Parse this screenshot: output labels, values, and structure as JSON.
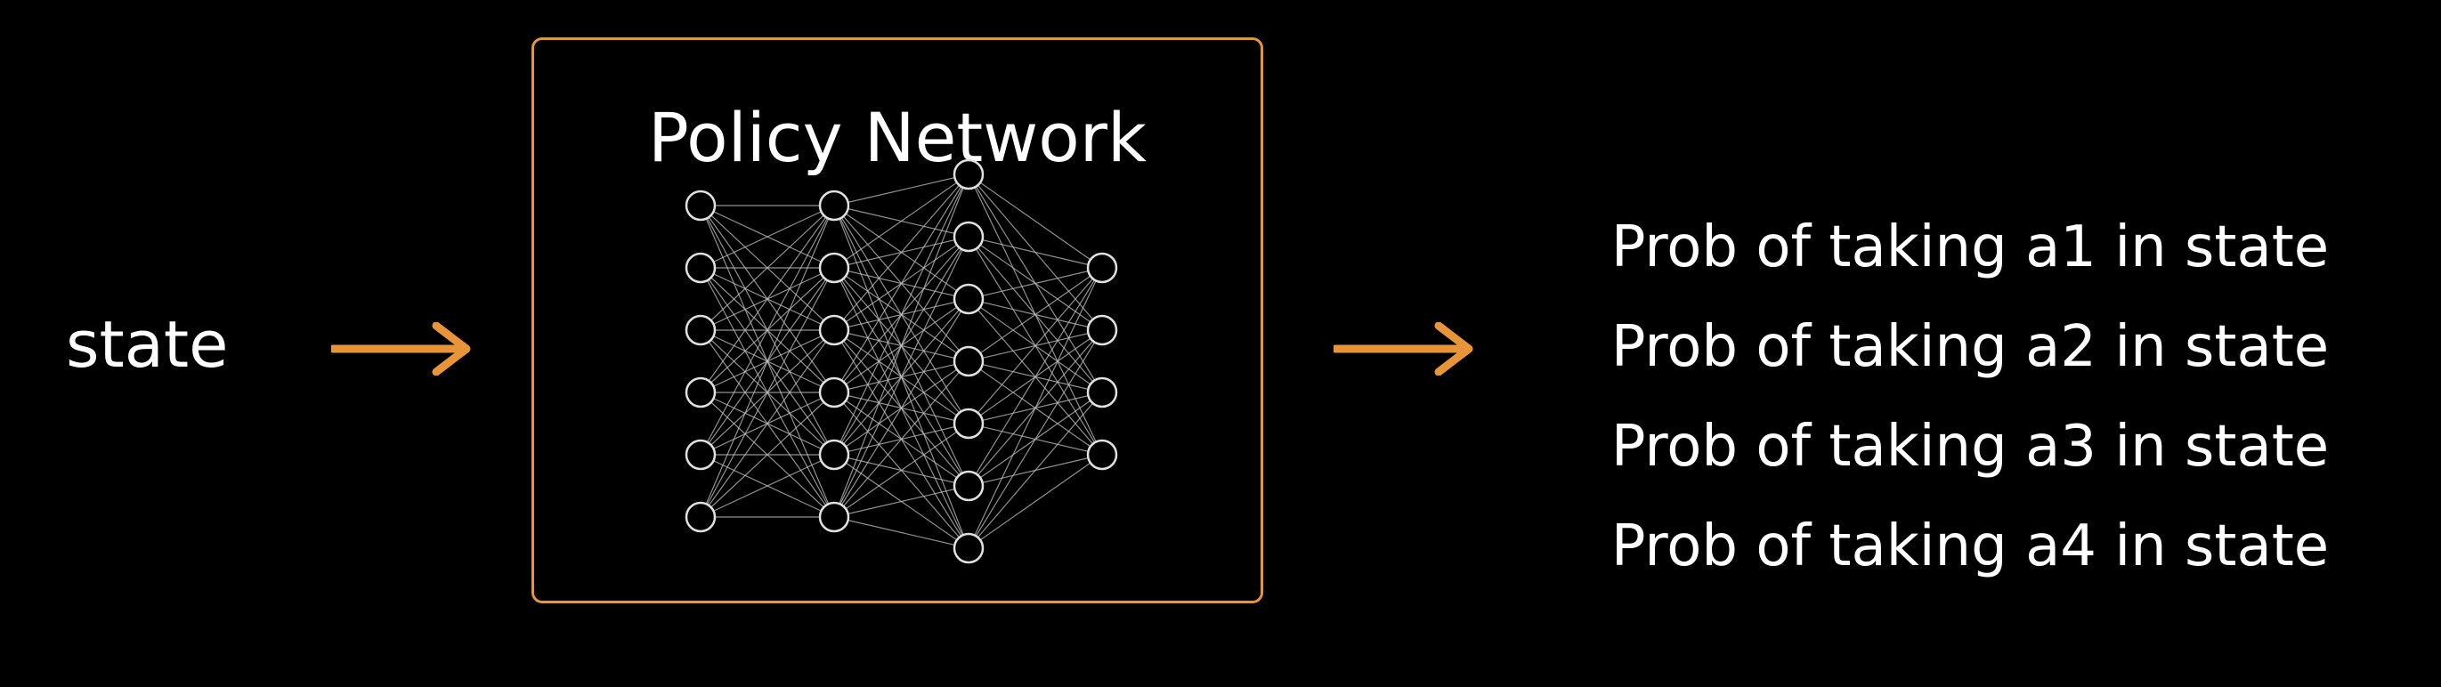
{
  "input": {
    "label": "state"
  },
  "network": {
    "title": "Policy Network",
    "layers": [
      6,
      6,
      7,
      4
    ],
    "accent_color": "#e8953a"
  },
  "outputs": [
    "Prob of taking a1 in state",
    "Prob of taking a2 in state",
    "Prob of taking a3 in state",
    "Prob of taking a4 in state"
  ],
  "colors": {
    "background": "#000000",
    "text": "#ffffff",
    "arrow": "#e8953a",
    "neuron_stroke": "#e0e0e0",
    "edge_stroke": "#bfbfbf"
  }
}
